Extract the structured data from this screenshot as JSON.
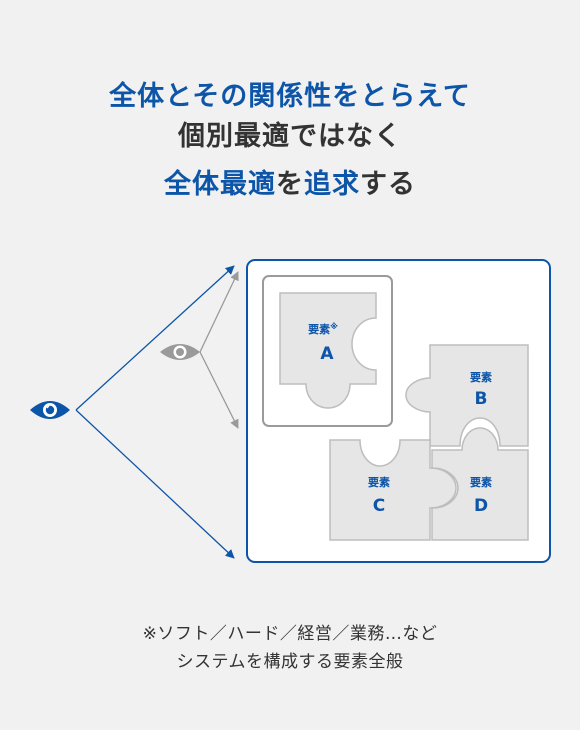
{
  "heading": {
    "line1": "全体とその関係性をとらえて",
    "line2": "個別最適ではなく",
    "line3_part1": "全体最適",
    "line3_part2": "を",
    "line3_part3": "追求",
    "line3_part4": "する"
  },
  "pieces": {
    "a": {
      "label": "要素",
      "mark": "※",
      "letter": "A"
    },
    "b": {
      "label": "要素",
      "letter": "B"
    },
    "c": {
      "label": "要素",
      "letter": "C"
    },
    "d": {
      "label": "要素",
      "letter": "D"
    }
  },
  "footnote": {
    "line1": "※ソフト／ハード／経営／業務…など",
    "line2": "システムを構成する要素全般"
  },
  "colors": {
    "accent": "#0d55a8",
    "gray_eye": "#9a9a9a",
    "piece_fill": "#e6e6e6",
    "piece_stroke": "#bdbdbd",
    "text": "#333333",
    "background": "#f1f1f1"
  },
  "icons": {
    "main_viewer": "eye-icon",
    "partial_viewer": "eye-icon"
  }
}
